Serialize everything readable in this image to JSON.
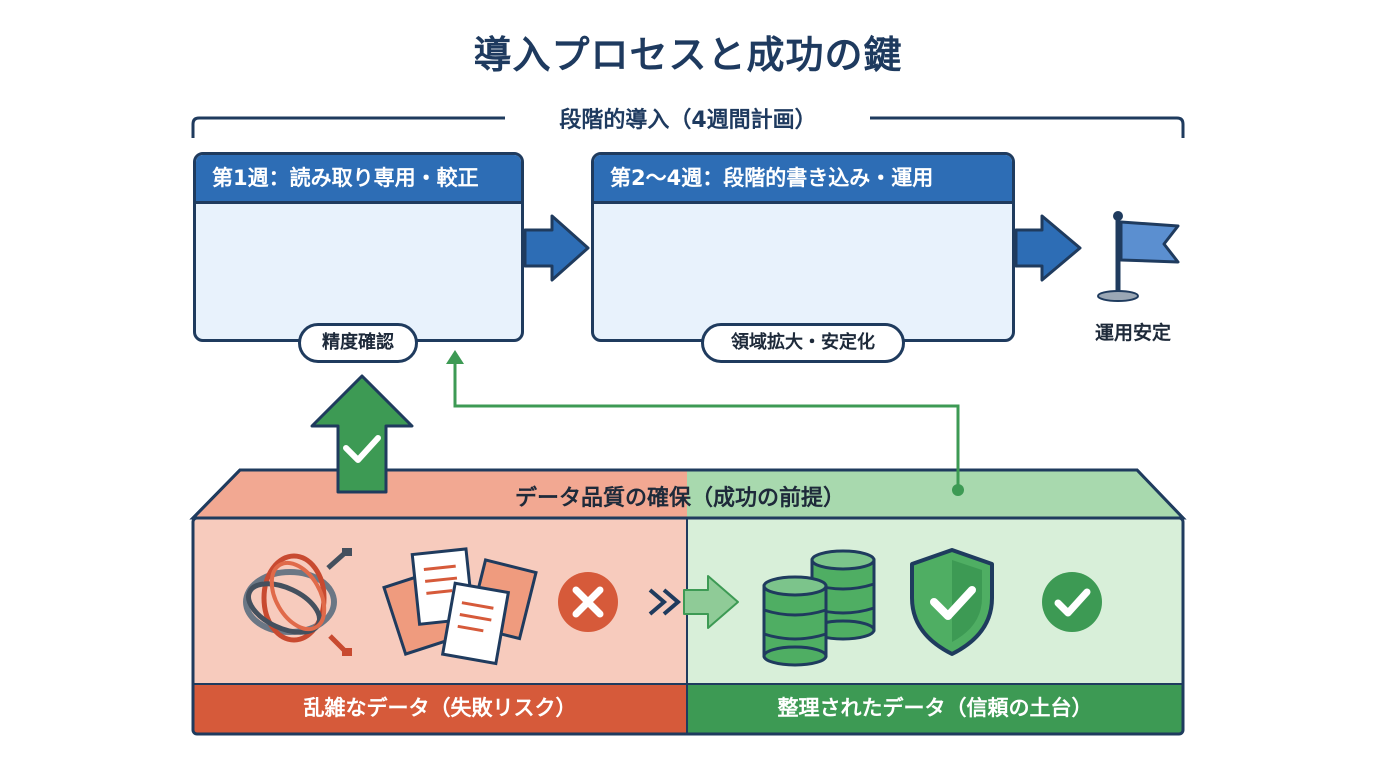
{
  "title": "導入プロセスと成功の鍵",
  "phase_label": "段階的導入（4週間計画）",
  "stage1": {
    "header": "第1週：読み取り専用・較正",
    "pill": "精度確認",
    "icons": [
      "analytics-search-icon",
      "lock-closed-icon",
      "eye-icon"
    ]
  },
  "stage2": {
    "header": "第2〜4週：段階的書き込み・運用",
    "pill": "領域拡大・安定化",
    "icons": [
      "gears-cycle-icon",
      "document-edit-icon",
      "lock-open-icon",
      "growth-chart-icon"
    ]
  },
  "goal": {
    "label": "運用安定",
    "icon": "flag-icon"
  },
  "quality": {
    "label": "データ品質の確保（成功の前提）",
    "bad": {
      "label": "乱雑なデータ（失敗リスク）",
      "icons": [
        "tangled-cables-icon",
        "scattered-documents-icon",
        "cross-icon"
      ]
    },
    "good": {
      "label": "整理されたデータ（信頼の土台）",
      "icons": [
        "database-icon",
        "shield-check-icon",
        "check-icon"
      ]
    }
  },
  "colors": {
    "navy": "#1f3b5e",
    "blue": "#2d6db5",
    "light_blue": "#e8f2fc",
    "red": "#d65a3a",
    "light_red": "#f7cbbd",
    "green": "#3d9a54",
    "light_green": "#d8efd9"
  }
}
